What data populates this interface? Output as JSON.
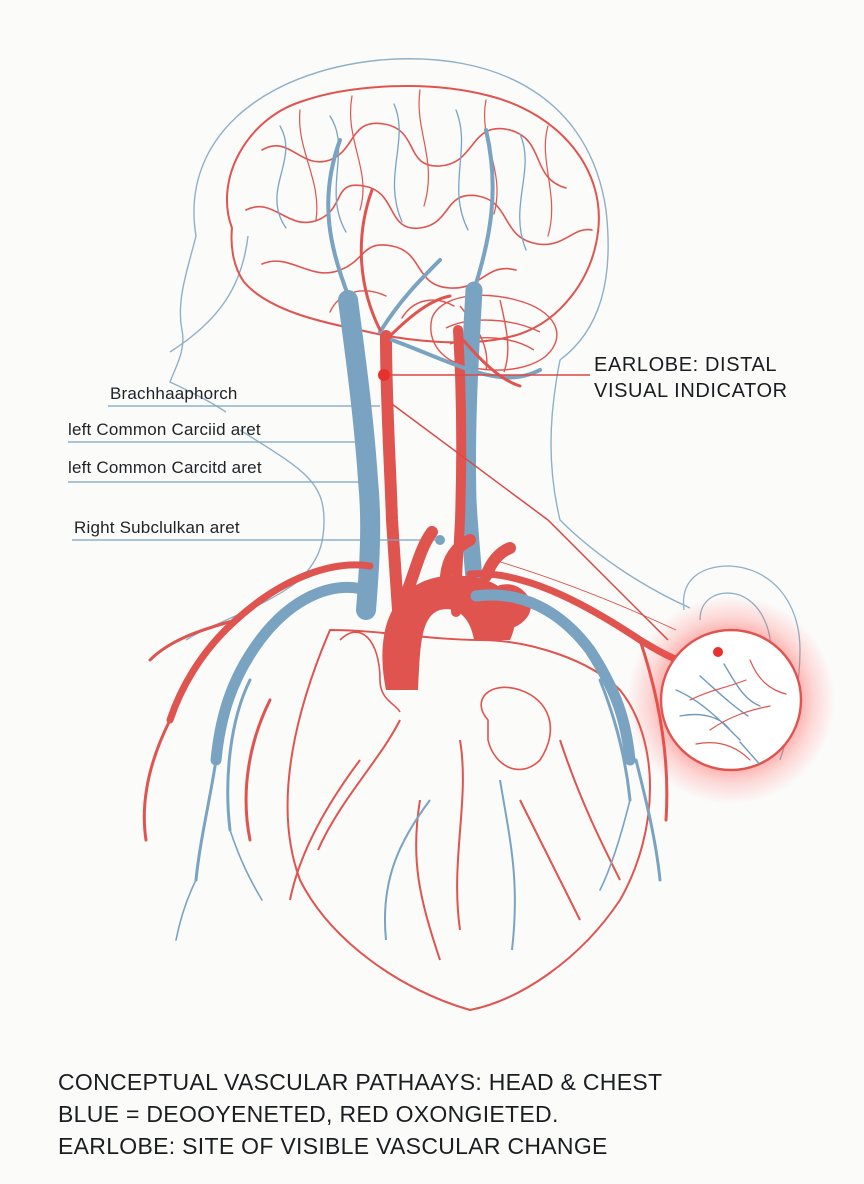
{
  "labels": {
    "brachio": "Brachhaaphorch",
    "left_carotid_1": "left Common Carciid aret",
    "left_carotid_2": "left Common Carcitd aret",
    "right_subclavian": "Right Subclulkan aret"
  },
  "callout": {
    "line1": "EARLOBE: DISTAL",
    "line2": "VISUAL INDICATOR"
  },
  "caption": {
    "line1": "CONCEPTUAL VASCULAR PATHAAYS: HEAD & CHEST",
    "line2": "BLUE = DEOOYENETED, RED OXONGIETED.",
    "line3": "EARLOBE: SITE OF VISIBLE VASCULAR CHANGE"
  },
  "colors": {
    "artery": "#e0544f",
    "vein": "#7aa3c2",
    "outline": "#8fb0c8",
    "text": "#1f2226",
    "highlight": "#e8302c"
  }
}
